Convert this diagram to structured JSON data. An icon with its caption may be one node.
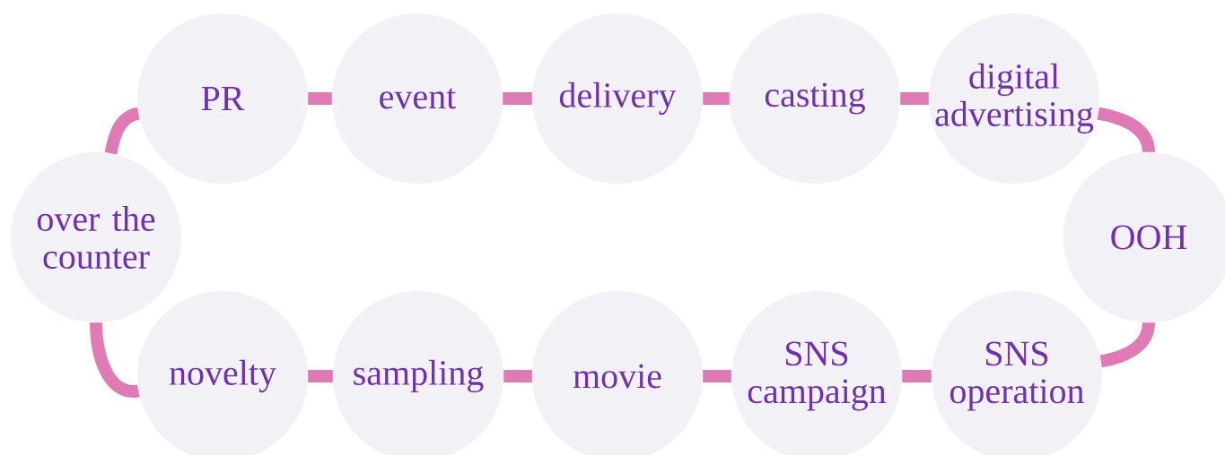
{
  "diagram": {
    "nodes": [
      {
        "text": [
          "PR"
        ]
      },
      {
        "text": [
          "event"
        ]
      },
      {
        "text": [
          "delivery"
        ]
      },
      {
        "text": [
          "casting"
        ]
      },
      {
        "text": [
          "digital advertising"
        ]
      },
      {
        "text": [
          "over the counter"
        ]
      },
      {
        "text": [
          "OOH"
        ]
      },
      {
        "text": [
          "novelty"
        ]
      },
      {
        "text": [
          "sampling"
        ]
      },
      {
        "text": [
          "movie"
        ]
      },
      {
        "text": [
          "SNS campaign"
        ]
      },
      {
        "text": [
          "SNS operation"
        ]
      }
    ],
    "edges": [
      {
        "from": 0,
        "to": 1,
        "arrow": "none"
      },
      {
        "from": 1,
        "to": 2,
        "arrow": "none"
      },
      {
        "from": 2,
        "to": 3,
        "arrow": "none"
      },
      {
        "from": 3,
        "to": 4,
        "arrow": "none"
      },
      {
        "from": 4,
        "to": 6,
        "arrow": "none"
      },
      {
        "from": 6,
        "to": 11,
        "arrow": "none"
      },
      {
        "from": 11,
        "to": 10,
        "arrow": "none"
      },
      {
        "from": 10,
        "to": 9,
        "arrow": "none"
      },
      {
        "from": 9,
        "to": 8,
        "arrow": "none"
      },
      {
        "from": 8,
        "to": 7,
        "arrow": "none"
      },
      {
        "from": 7,
        "to": 5,
        "arrow": "none"
      },
      {
        "from": 5,
        "to": 0,
        "arrow": "none"
      }
    ]
  }
}
